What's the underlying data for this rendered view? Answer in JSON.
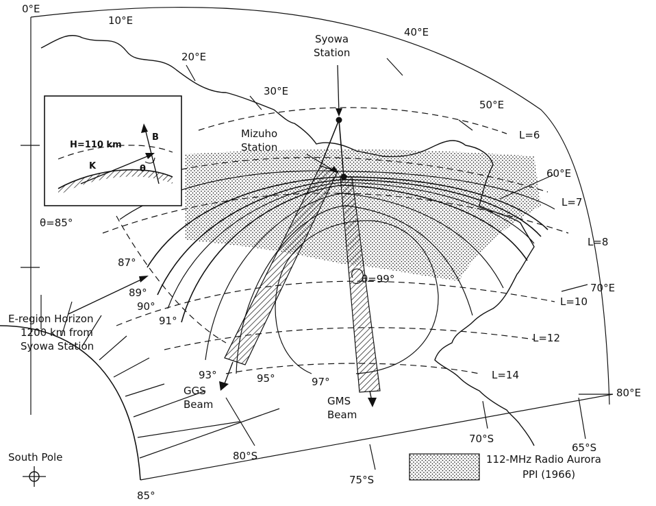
{
  "longitudes": [
    "0°E",
    "10°E",
    "20°E",
    "30°E",
    "40°E",
    "50°E",
    "60°E",
    "70°E",
    "80°E"
  ],
  "latitudes": [
    "65°S",
    "70°S",
    "75°S",
    "80°S",
    "85°"
  ],
  "stations": {
    "syowa": [
      "Syowa",
      "Station"
    ],
    "mizuho": [
      "Mizuho",
      "Station"
    ],
    "south_pole": "South Pole"
  },
  "l_shells": [
    "L=6",
    "L=7",
    "L=8",
    "L=10",
    "L=12",
    "L=14"
  ],
  "theta_labels": [
    "θ=85°",
    "87°",
    "89°",
    "90°",
    "91°",
    "93°",
    "95°",
    "97°",
    "θ=99°"
  ],
  "horizon_label": [
    "E-region Horizon",
    "1200 km from",
    "Syowa Station"
  ],
  "beams": {
    "ggs": [
      "GGS",
      "Beam"
    ],
    "gms": [
      "GMS",
      "Beam"
    ]
  },
  "inset": {
    "height_label": "H=110 km",
    "b_label": "B",
    "k_label": "K",
    "theta_label": "θ"
  },
  "legend": [
    "112-MHz Radio Aurora",
    "PPI (1966)"
  ]
}
